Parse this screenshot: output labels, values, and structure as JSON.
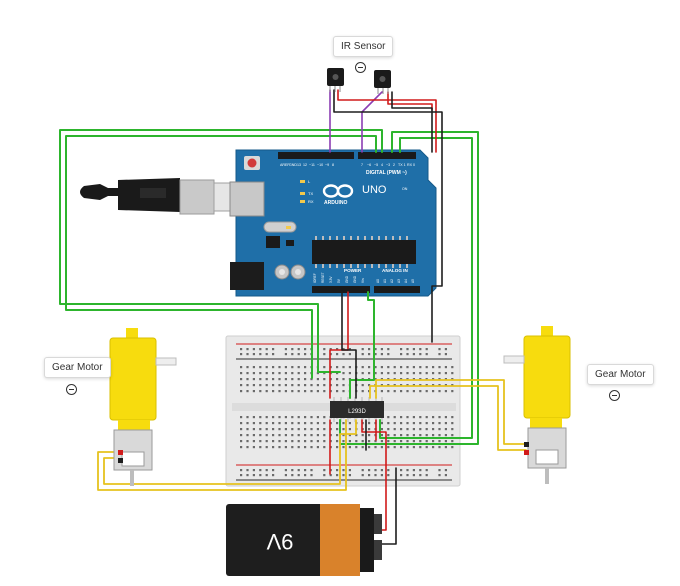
{
  "labels": {
    "ir_sensor": "IR Sensor",
    "gear_motor_left": "Gear Motor",
    "gear_motor_right": "Gear Motor"
  },
  "arduino": {
    "brand": "ARDUINO",
    "model": "UNO",
    "digital_label": "DIGITAL (PWM ~)",
    "power_label": "POWER",
    "analog_label": "ANALOG IN",
    "top_pins": [
      "AREF",
      "GND",
      "13",
      "12",
      "~11",
      "~10",
      "~9",
      "8",
      "7",
      "~6",
      "~5",
      "4",
      "~3",
      "2",
      "TX 1",
      "RX 0"
    ],
    "power_pins": [
      "IOREF",
      "RESET",
      "3.3V",
      "5V",
      "GND",
      "GND",
      "Vin"
    ],
    "analog_pins": [
      "A0",
      "A1",
      "A2",
      "A3",
      "A4",
      "A5"
    ],
    "led_labels": [
      "L",
      "TX",
      "RX"
    ],
    "on_label": "ON"
  },
  "driver_ic": {
    "label": "L293D"
  },
  "battery": {
    "label": "9V"
  },
  "colors": {
    "wire_green": "#2db52d",
    "wire_red": "#d11a1a",
    "wire_black": "#1e1e1e",
    "wire_purple": "#8b3db3",
    "wire_yellow": "#e6c21f",
    "board_blue": "#1f6fa8",
    "motor_yellow": "#f7dc0e"
  }
}
